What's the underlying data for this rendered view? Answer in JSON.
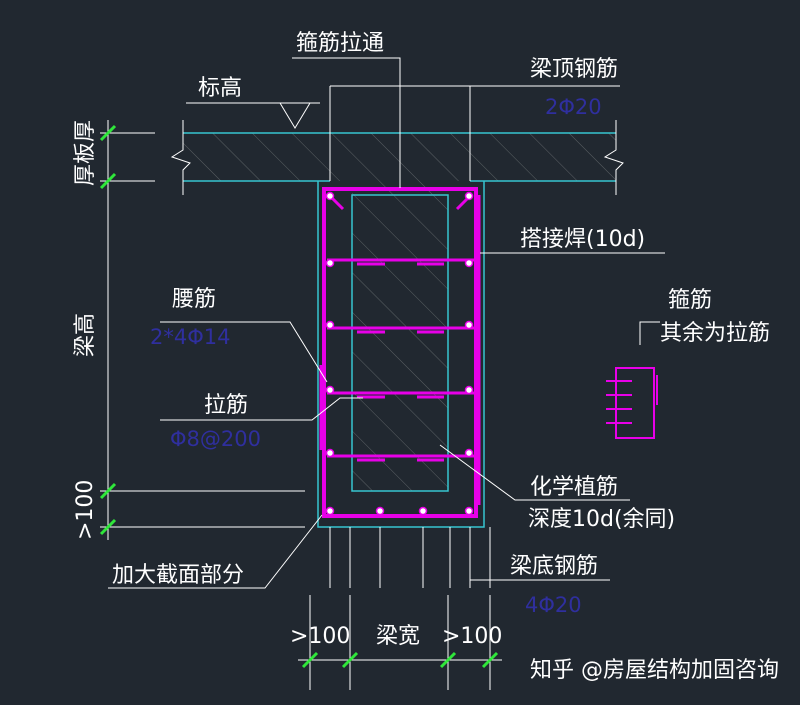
{
  "colors": {
    "background": "#212830",
    "stirrup": "#e800e8",
    "concrete_edge": "#37c6d0",
    "dim_line": "#2fe63a",
    "leader": "#ffffff",
    "spec_text": "#2f2f9e"
  },
  "labels": {
    "stirrup_through": "箍筋拉通",
    "elevation": "标高",
    "beam_top_bars": "梁顶钢筋",
    "beam_top_bars_spec": "2Φ20",
    "slab_thickness": "厚板厚",
    "lap_weld": "搭接焊(10d)",
    "stirrup_note_1": "箍筋",
    "stirrup_note_2": "其余为拉筋",
    "waist_bars": "腰筋",
    "waist_bars_spec": "2*4Φ14",
    "beam_height": "梁高",
    "tie_bars": "拉筋",
    "tie_bars_spec": "Φ8@200",
    "chemical_anchor": "化学植筋",
    "anchor_depth": "深度10d(余同)",
    "min_100_left": ">100",
    "enlarged_section": "加大截面部分",
    "beam_bottom_bars": "梁底钢筋",
    "beam_bottom_bars_spec": "4Φ20",
    "dim_left": ">100",
    "beam_width": "梁宽",
    "dim_right": ">100"
  },
  "watermark": "知乎 @房屋结构加固咨询"
}
